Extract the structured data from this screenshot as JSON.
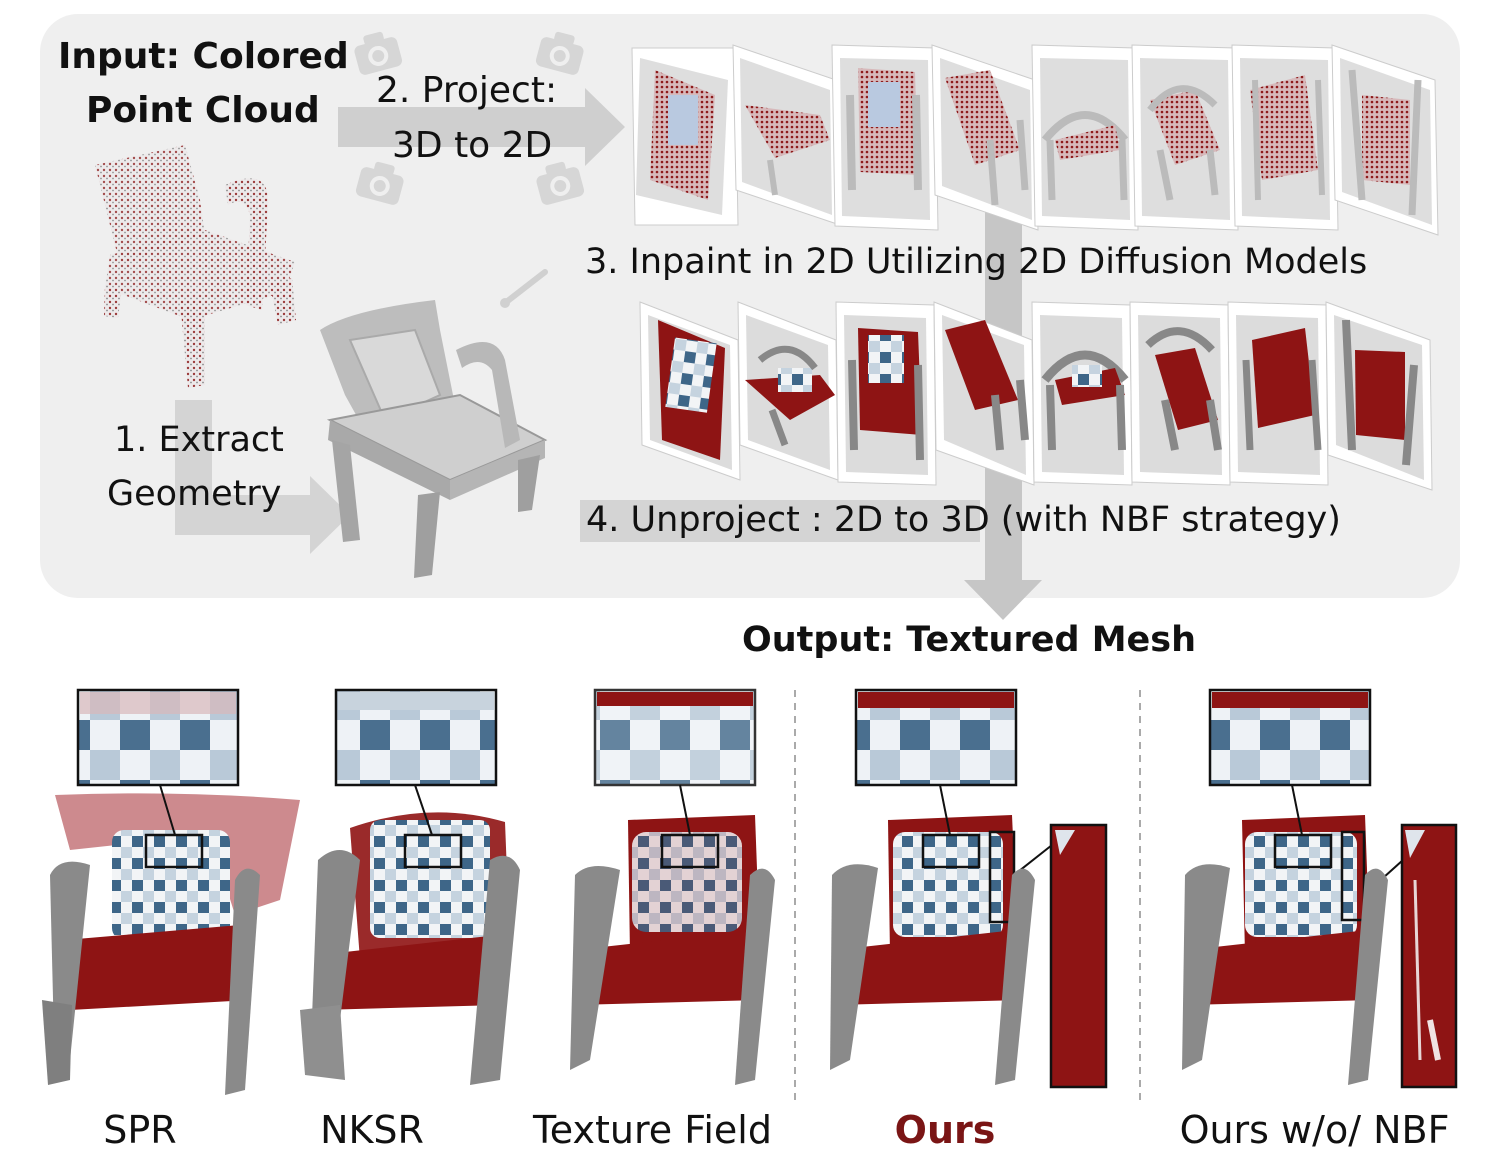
{
  "input_label_line1": "Input: Colored",
  "input_label_line2": "Point Cloud",
  "step1_line1": "1. Extract",
  "step1_line2": "Geometry",
  "step2_line1": "2. Project:",
  "step2_line2": "3D to 2D",
  "step3": "3. Inpaint in 2D Utilizing 2D Diffusion Models",
  "step4": "4. Unproject : 2D to 3D (with NBF strategy)",
  "output_label": "Output: Textured Mesh",
  "methods": [
    "SPR",
    "NKSR",
    "Texture Field",
    "Ours",
    "Ours w/o/ NBF"
  ],
  "colors": {
    "panel": "#efefef",
    "chair_red": "#8e1414",
    "chair_grey": "#8a8a8a",
    "checker_blue": "#4a6f8f",
    "ours_label": "#7a1515"
  }
}
